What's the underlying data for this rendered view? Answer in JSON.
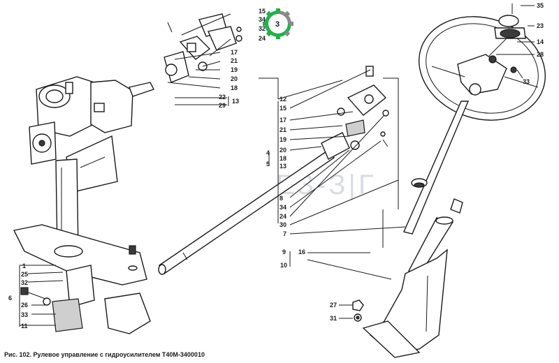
{
  "caption": "Рис. 102. Рулевое управление с гидроусилителем Т40М-3400010",
  "badge": {
    "label": "3",
    "color": "#1fb24a",
    "gray": "#8a8a8a"
  },
  "callouts": {
    "left": [
      "1",
      "25",
      "32",
      "6",
      "26",
      "33",
      "11"
    ],
    "top_center": [
      "15",
      "34",
      "32",
      "24",
      "17",
      "21",
      "19",
      "20",
      "18",
      "22",
      "29",
      "13"
    ],
    "middle": [
      "12",
      "15",
      "17",
      "21",
      "19",
      "20",
      "4",
      "18",
      "5",
      "13",
      "8",
      "34",
      "24",
      "30",
      "7",
      "9",
      "16",
      "10"
    ],
    "right": [
      "35",
      "23",
      "14",
      "28",
      "33"
    ],
    "bottom": [
      "27",
      "31"
    ]
  },
  "watermark": "ЕЗ-З|Г"
}
